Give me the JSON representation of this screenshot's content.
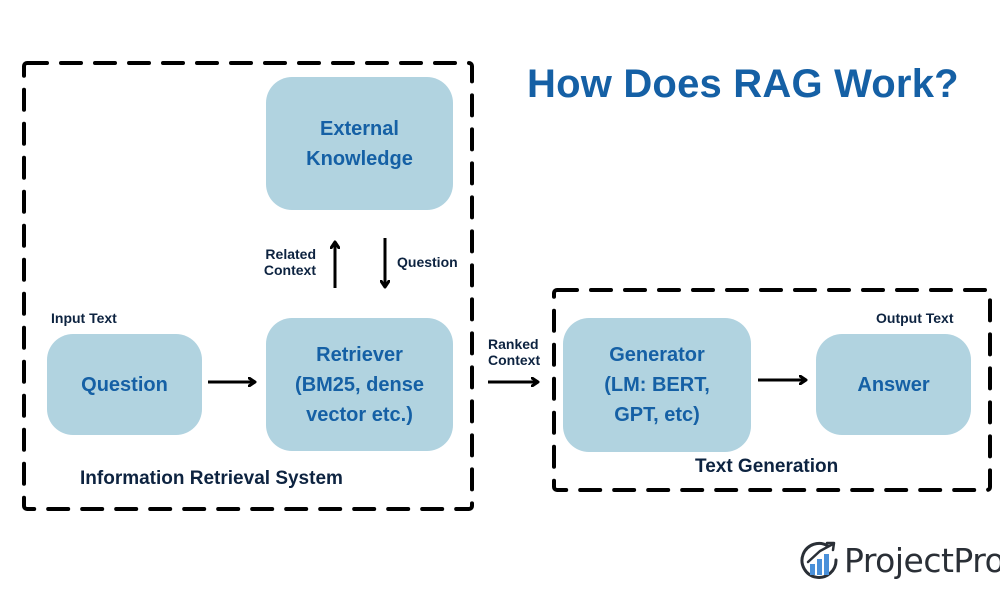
{
  "title": "How Does RAG Work?",
  "colors": {
    "title": "#1560a5",
    "node_fill": "#b1d3e0",
    "node_text": "#1560a5",
    "label_text": "#0d2340",
    "line": "#000000"
  },
  "groups": {
    "retrieval": {
      "label": "Information Retrieval System"
    },
    "generation": {
      "label": "Text Generation"
    }
  },
  "nodes": {
    "external_knowledge": "External\nKnowledge",
    "question": "Question",
    "retriever": "Retriever\n(BM25, dense\nvector etc.)",
    "generator": "Generator\n(LM: BERT,\nGPT, etc)",
    "answer": "Answer"
  },
  "edge_labels": {
    "related_context": "Related\nContext",
    "question": "Question",
    "input_text": "Input Text",
    "ranked_context": "Ranked\nContext",
    "output_text": "Output Text"
  },
  "logo": {
    "text": "ProjectPro",
    "icon": "growth-chart-icon"
  }
}
